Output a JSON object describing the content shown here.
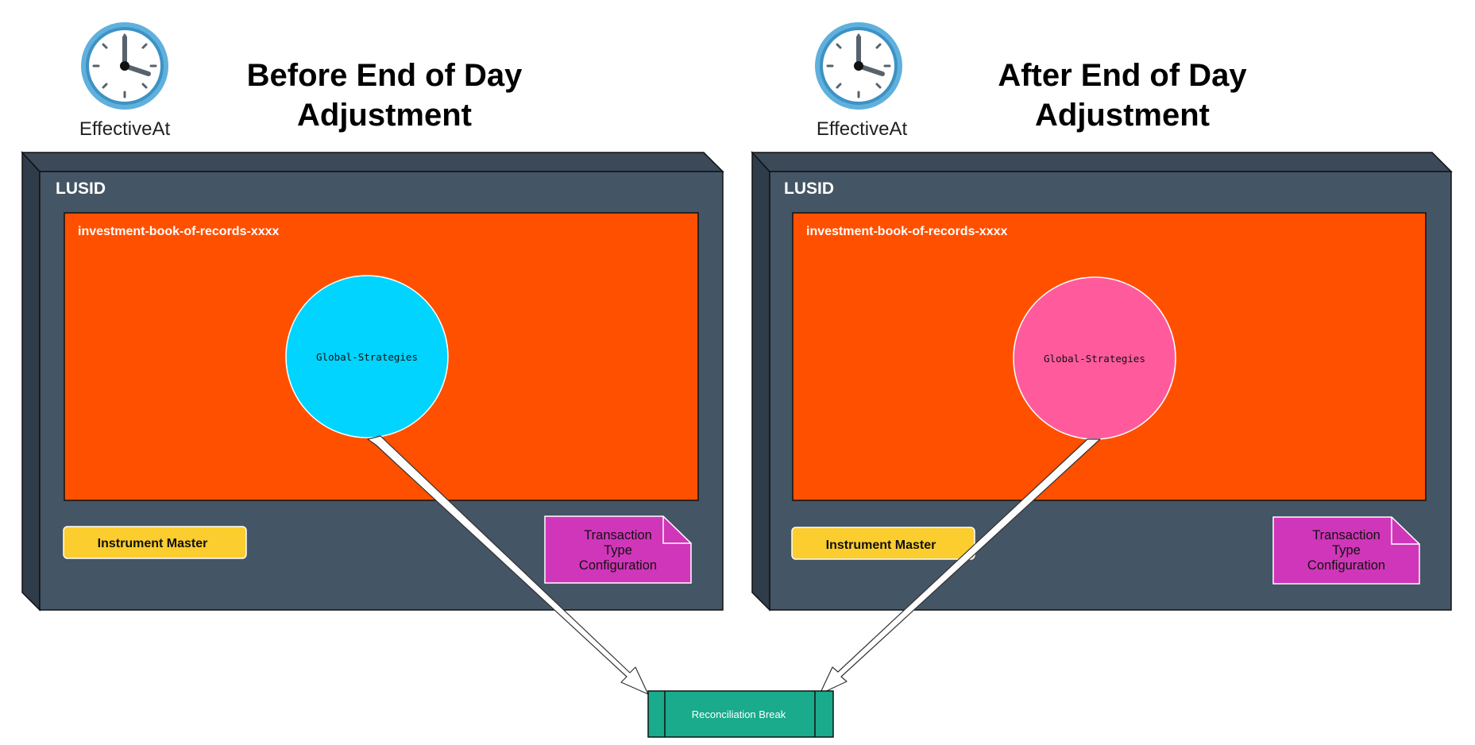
{
  "colors": {
    "lusid_box": "#445565",
    "lusid_box_dark": "#2f3d4a",
    "ibor_panel": "#ff5000",
    "strategy_before": "#00d4ff",
    "strategy_after": "#ff5b9c",
    "instrument_master": "#fbcd2e",
    "transaction_config": "#d036b9",
    "reconciliation": "#1aaa8c",
    "clock_ring": "#5fb0dc"
  },
  "icons": [
    "clock-icon",
    "clock-icon",
    "block-arrow",
    "block-arrow"
  ],
  "before": {
    "title_line1": "Before End of Day",
    "title_line2": "Adjustment",
    "clock_label": "EffectiveAt",
    "lusid_label": "LUSID",
    "ibor_label": "investment-book-of-records-xxxx",
    "strategy_label": "Global-Strategies",
    "instrument_master": "Instrument Master",
    "transaction_config": [
      "Transaction",
      "Type",
      "Configuration"
    ]
  },
  "after": {
    "title_line1": "After End of Day",
    "title_line2": "Adjustment",
    "clock_label": "EffectiveAt",
    "lusid_label": "LUSID",
    "ibor_label": "investment-book-of-records-xxxx",
    "strategy_label": "Global-Strategies",
    "instrument_master": "Instrument Master",
    "transaction_config": [
      "Transaction",
      "Type",
      "Configuration"
    ]
  },
  "reconciliation_label": "Reconciliation Break"
}
